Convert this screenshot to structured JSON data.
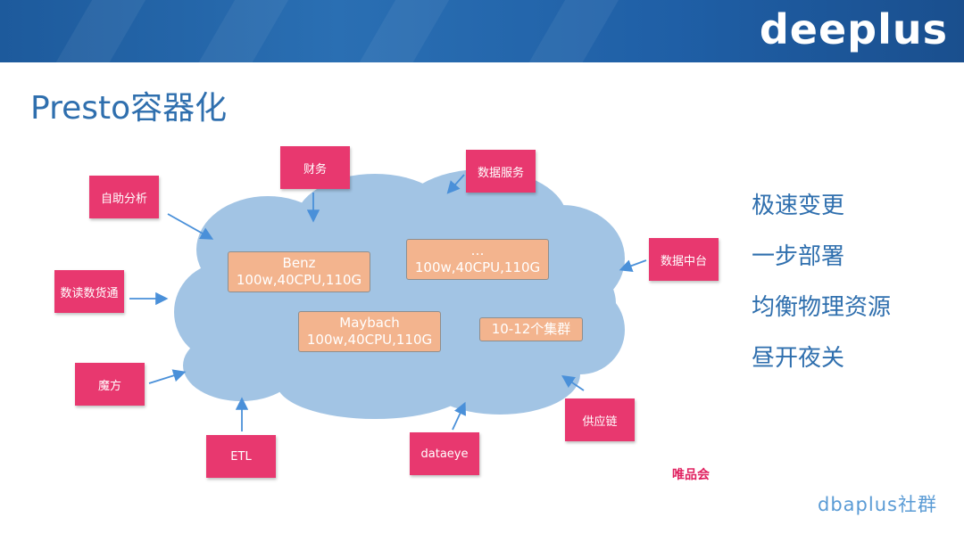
{
  "brand": "deeplus",
  "title": "Presto容器化",
  "nodes": {
    "caiwu": "财务",
    "shuju_fuwu": "数据服务",
    "zizhu_fenxi": "自助分析",
    "shuju_zhongtai": "数据中台",
    "shudu_shuhuotong": "数读数货通",
    "mofang": "魔方",
    "gongyinglian": "供应链",
    "etl": "ETL",
    "dataeye": "dataeye"
  },
  "clusters": {
    "benz": {
      "name": "Benz",
      "spec": "100w,40CPU,110G"
    },
    "other": {
      "name": "…",
      "spec": "100w,40CPU,110G"
    },
    "maybach": {
      "name": "Maybach",
      "spec": "100w,40CPU,110G"
    },
    "count": "10-12个集群"
  },
  "features": [
    "极速变更",
    "一步部署",
    "均衡物理资源",
    "昼开夜关"
  ],
  "footer": {
    "vip": "唯品会",
    "community": "dbaplus社群"
  },
  "colors": {
    "banner": "#1f5fa6",
    "title": "#2f6fae",
    "node": "#e8386f",
    "cloud": "#a2c4e4",
    "cluster": "#f3b48e",
    "arrow": "#4a90d9"
  }
}
